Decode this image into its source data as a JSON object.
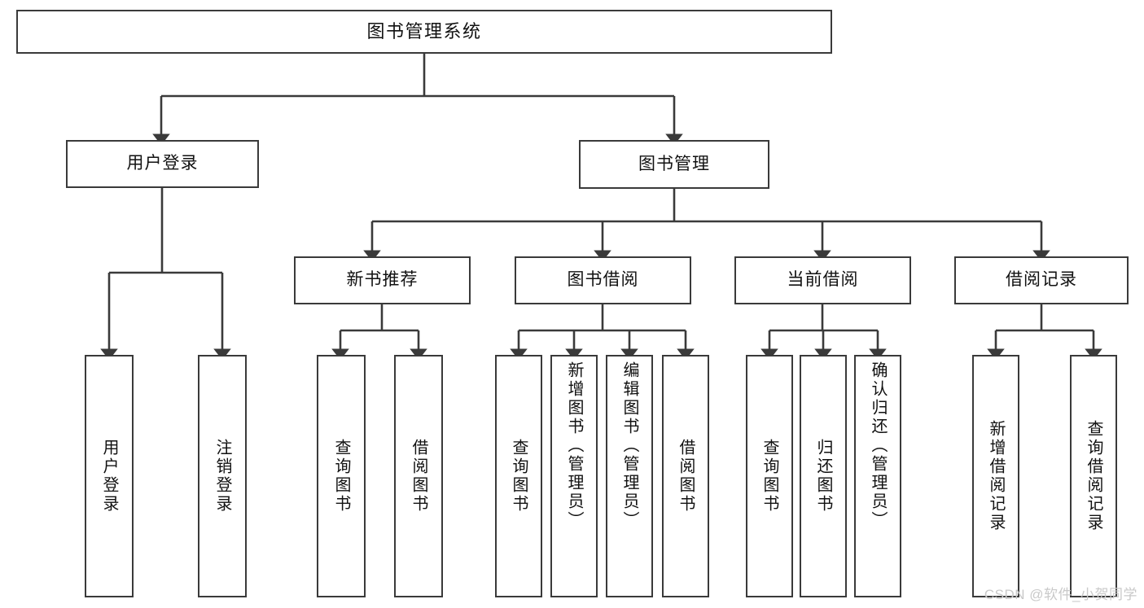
{
  "diagram": {
    "title": "图书管理系统",
    "type": "tree",
    "stroke_color": "#3a3a3a",
    "fill_color": "#ffffff",
    "text_color": "#111111",
    "watermark": "CSDN @软件_小贺同学",
    "watermark_color": "#c9c9c9"
  },
  "nodes": {
    "root": {
      "label": "图书管理系统"
    },
    "tier1": [
      {
        "id": "user-login",
        "label": "用户登录"
      },
      {
        "id": "book-management",
        "label": "图书管理"
      }
    ],
    "tier2": [
      {
        "id": "new-book-recommend",
        "label": "新书推荐"
      },
      {
        "id": "book-borrow",
        "label": "图书借阅"
      },
      {
        "id": "current-borrow",
        "label": "当前借阅"
      },
      {
        "id": "borrow-record",
        "label": "借阅记录"
      }
    ],
    "leaves": {
      "user_login": [
        {
          "id": "leaf-user-login",
          "label": "用户登录"
        },
        {
          "id": "leaf-logout-login",
          "label": "注销登录"
        }
      ],
      "new_book_recommend": [
        {
          "id": "leaf-query-book-1",
          "label": "查询图书"
        },
        {
          "id": "leaf-borrow-book-1",
          "label": "借阅图书"
        }
      ],
      "book_borrow": [
        {
          "id": "leaf-query-book-2",
          "label": "查询图书"
        },
        {
          "id": "leaf-add-book",
          "label": "新增图书（管理员）"
        },
        {
          "id": "leaf-edit-book",
          "label": "编辑图书（管理员）"
        },
        {
          "id": "leaf-borrow-book-2",
          "label": "借阅图书"
        }
      ],
      "current_borrow": [
        {
          "id": "leaf-query-book-3",
          "label": "查询图书"
        },
        {
          "id": "leaf-return-book",
          "label": "归还图书"
        },
        {
          "id": "leaf-confirm-return",
          "label": "确认归还（管理员）"
        }
      ],
      "borrow_record": [
        {
          "id": "leaf-add-record",
          "label": "新增借阅记录"
        },
        {
          "id": "leaf-query-record",
          "label": "查询借阅记录"
        }
      ]
    }
  }
}
